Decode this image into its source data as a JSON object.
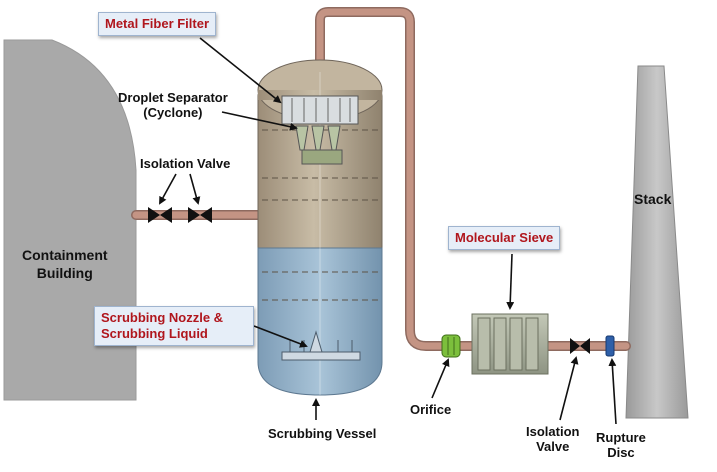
{
  "labels": {
    "metal_fiber_filter": "Metal Fiber Filter",
    "droplet_separator_line1": "Droplet Separator",
    "droplet_separator_line2": "(Cyclone)",
    "isolation_valve_top": "Isolation Valve",
    "containment_line1": "Containment",
    "containment_line2": "Building",
    "scrubbing_nozzle_line1": "Scrubbing Nozzle &",
    "scrubbing_nozzle_line2": "Scrubbing Liquid",
    "scrubbing_vessel": "Scrubbing Vessel",
    "molecular_sieve": "Molecular Sieve",
    "orifice": "Orifice",
    "isolation_valve_bottom_line1": "Isolation",
    "isolation_valve_bottom_line2": "Valve",
    "rupture_disc_line1": "Rupture",
    "rupture_disc_line2": "Disc",
    "stack": "Stack"
  },
  "colors": {
    "pipe": "#c49484",
    "pipe_edge": "#8e6a5f",
    "building": "#a9a9a9",
    "vessel_upper": "#b2a58f",
    "scrub_liquid": "#8fb0c8",
    "callout_text": "#b0161d",
    "valve": "#111111",
    "orifice": "#7cbf3c",
    "rupture_disc": "#2e5fa8",
    "sieve": "#a7ad9a"
  }
}
